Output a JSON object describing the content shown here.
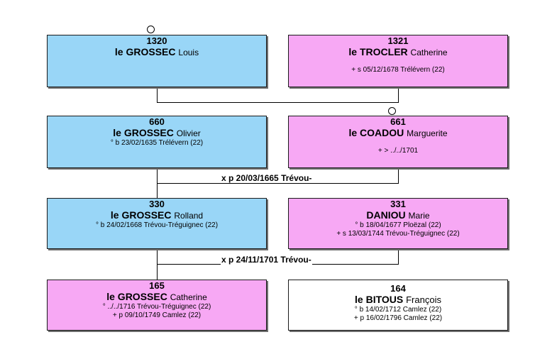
{
  "people": {
    "p1320": {
      "num": "1320",
      "surname": "le GROSSEC",
      "given": "Louis",
      "events": []
    },
    "p1321": {
      "num": "1321",
      "surname": "le TROCLER",
      "given": "Catherine",
      "events": [
        "+ s 05/12/1678 Trélévern (22)"
      ]
    },
    "p660": {
      "num": "660",
      "surname": "le GROSSEC",
      "given": "Olivier",
      "events": [
        "° b 23/02/1635 Trélévern (22)"
      ]
    },
    "p661": {
      "num": "661",
      "surname": "le COADOU",
      "given": "Marguerite",
      "events": [
        "+ > ../../1701"
      ]
    },
    "p330": {
      "num": "330",
      "surname": "le GROSSEC",
      "given": "Rolland",
      "events": [
        "° b 24/02/1668 Trévou-Tréguignec (22)"
      ]
    },
    "p331": {
      "num": "331",
      "surname": "DANIOU",
      "given": "Marie",
      "events": [
        "° b 18/04/1677 Ploëzal (22)",
        "+ s 13/03/1744 Trévou-Tréguignec (22)"
      ]
    },
    "p165": {
      "num": "165",
      "surname": "le GROSSEC",
      "given": "Catherine",
      "events": [
        "° ../../1716 Trévou-Tréguignec (22)",
        "+ p 09/10/1749 Camlez (22)"
      ]
    },
    "p164": {
      "num": "164",
      "surname": "le BITOUS",
      "given": "François",
      "events": [
        "° b 14/02/1712 Camlez (22)",
        "+ p 16/02/1796 Camlez (22)"
      ]
    }
  },
  "marriages": {
    "m660_661": "x p 20/03/1665 Trévou-",
    "m330_331": "x p 24/11/1701 Trévou-"
  }
}
